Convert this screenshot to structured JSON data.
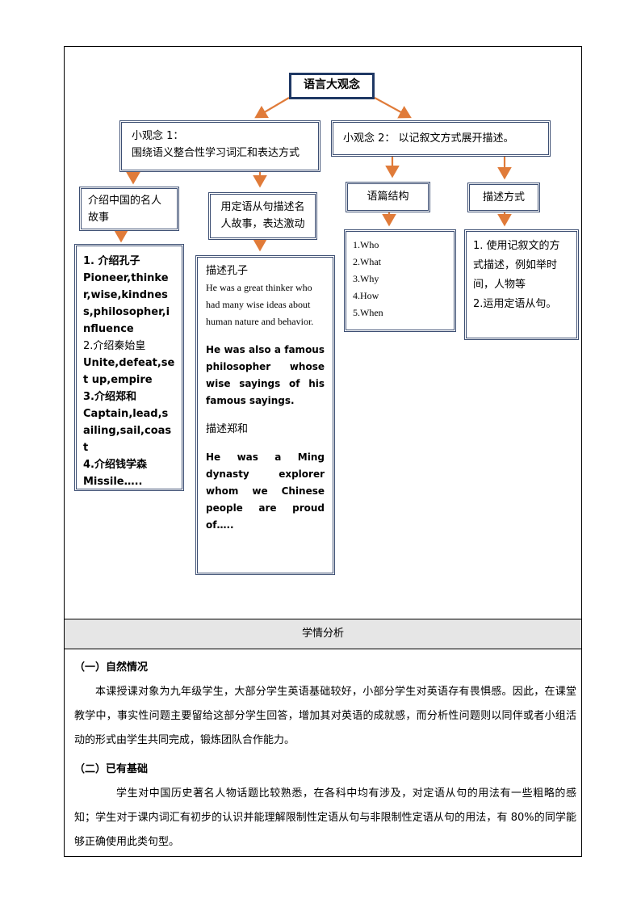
{
  "map": {
    "root": "语言大观念",
    "idea1": {
      "line1": "小观念 1：",
      "line2": "围绕语义整合性学习词汇和表达方式"
    },
    "idea2": "小观念 2： 以记叙文方式展开描述。",
    "branch_a": "介绍中国的名人故事",
    "branch_b": "用定语从句描述名人故事，表达激动",
    "branch_c": "语篇结构",
    "branch_d": "描述方式",
    "list_a": {
      "item1_title": "1.  介绍孔子",
      "item1_words": "Pioneer,thinker,wise,kindness,philosopher,influence",
      "item2_title": "2.介绍秦始皇",
      "item2_words": "Unite,defeat,set up,empire",
      "item3_title": "3.介绍郑和",
      "item3_words": "Captain,lead,sailing,sail,coast",
      "item4_title": "4.介绍钱学森",
      "item4_words": "Missile….."
    },
    "list_b": {
      "head1": "描述孔子",
      "sent1": "He was a great thinker who had many wise ideas about human nature and behavior.",
      "sent2": "He was also a famous philosopher whose wise sayings of his famous sayings.",
      "head2": "描述郑和",
      "sent3": "He was a Ming dynasty explorer whom we Chinese people are proud of….."
    },
    "list_c": [
      "1.Who",
      "2.What",
      "3.Why",
      "4.How",
      "5.When"
    ],
    "list_d": {
      "item1": "1.  使用记叙文的方式描述，例如举时间，人物等",
      "item2": "2.运用定语从句。"
    }
  },
  "analysis": {
    "heading": "学情分析",
    "s1_title": "（一）自然情况",
    "s1_text": "本课授课对象为九年级学生，大部分学生英语基础较好，小部分学生对英语存有畏惧感。因此，在课堂教学中，事实性问题主要留给这部分学生回答，增加其对英语的成就感，而分析性问题则以同伴或者小组活动的形式由学生共同完成，锻炼团队合作能力。",
    "s2_title": "（二）已有基础",
    "s2_text": "学生对中国历史著名人物话题比较熟悉，在各科中均有涉及，对定语从句的用法有一些粗略的感知；学生对于课内词汇有初步的认识并能理解限制性定语从句与非限制性定语从句的用法，有 80%的同学能够正确使用此类句型。"
  },
  "colors": {
    "arrow": "#e07b39",
    "box_border": "#3d4f73",
    "root_border": "#1f3864",
    "band": "#e6e6e6"
  }
}
